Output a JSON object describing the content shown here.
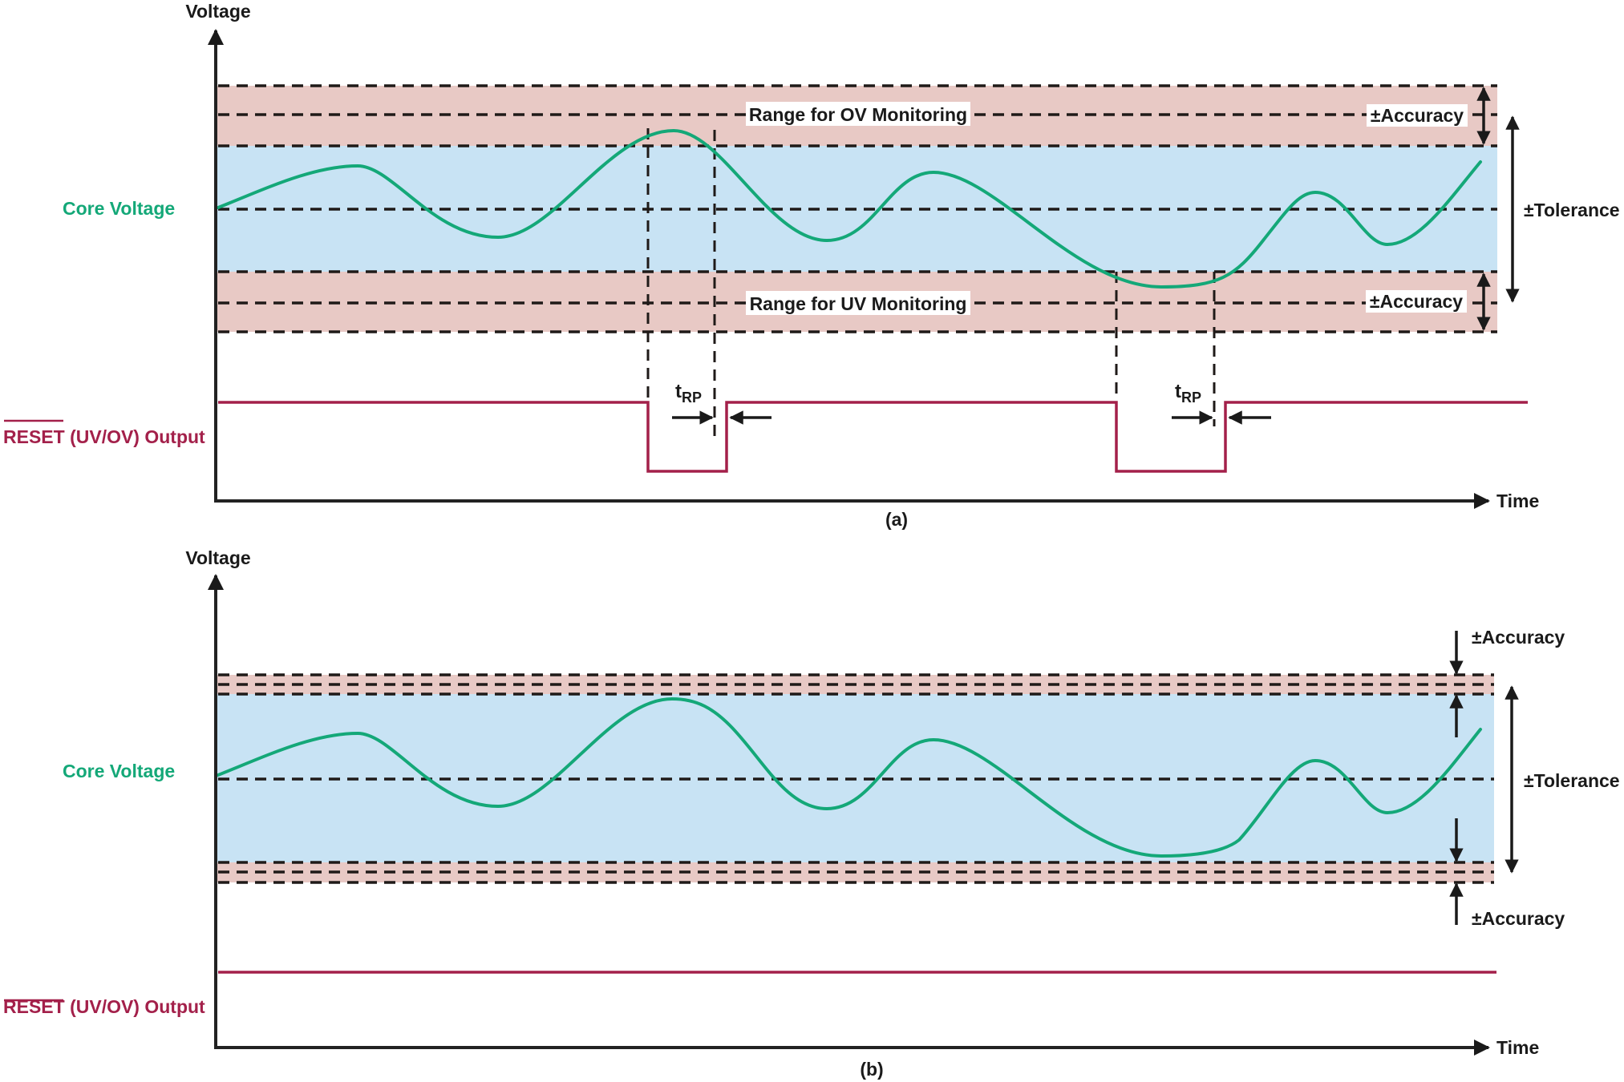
{
  "colors": {
    "accuracy_band": "#E8C9C5",
    "tolerance_band": "#C8E3F4",
    "core_voltage": "#14A878",
    "reset_output": "#A3204A",
    "text": "#1a1a1a"
  },
  "panel_a": {
    "caption": "(a)",
    "y_axis_label": "Voltage",
    "x_axis_label": "Time",
    "core_voltage_label": "Core Voltage",
    "reset_label_overbar": "RESET",
    "reset_label_rest": " (UV/OV) Output",
    "ov_range_label": "Range for OV Monitoring",
    "uv_range_label": "Range for UV Monitoring",
    "accuracy_top_label": "±Accuracy",
    "accuracy_bottom_label": "±Accuracy",
    "tolerance_label": "±Tolerance",
    "trp_label_1": "t",
    "trp_sub_1": "RP",
    "trp_label_2": "t",
    "trp_sub_2": "RP"
  },
  "panel_b": {
    "caption": "(b)",
    "y_axis_label": "Voltage",
    "x_axis_label": "Time",
    "core_voltage_label": "Core Voltage",
    "reset_label_overbar": "RESET",
    "reset_label_rest": " (UV/OV) Output",
    "accuracy_top_label": "±Accuracy",
    "accuracy_bottom_label": "±Accuracy",
    "tolerance_label": "±Tolerance"
  },
  "chart_data": [
    {
      "type": "line",
      "title": "(a)",
      "xlabel": "Time",
      "ylabel": "Voltage",
      "series": [
        {
          "name": "Core Voltage",
          "description": "wavy signal crossing into OV band once and UV band once"
        },
        {
          "name": "RESET (UV/OV) Output",
          "description": "high except two low pulses coinciding with OV and UV excursions, extended by tRP"
        }
      ],
      "bands": [
        "Range for OV Monitoring (±Accuracy)",
        "±Tolerance (nominal window)",
        "Range for UV Monitoring (±Accuracy)"
      ],
      "annotations": [
        "±Accuracy",
        "±Tolerance",
        "tRP",
        "tRP"
      ]
    },
    {
      "type": "line",
      "title": "(b)",
      "xlabel": "Time",
      "ylabel": "Voltage",
      "series": [
        {
          "name": "Core Voltage",
          "description": "wavy signal staying within the tolerance window"
        },
        {
          "name": "RESET (UV/OV) Output",
          "description": "constant high, no reset asserted"
        }
      ],
      "bands": [
        "narrow OV ±Accuracy band",
        "±Tolerance window",
        "narrow UV ±Accuracy band"
      ],
      "annotations": [
        "±Accuracy",
        "±Tolerance",
        "±Accuracy"
      ]
    }
  ]
}
